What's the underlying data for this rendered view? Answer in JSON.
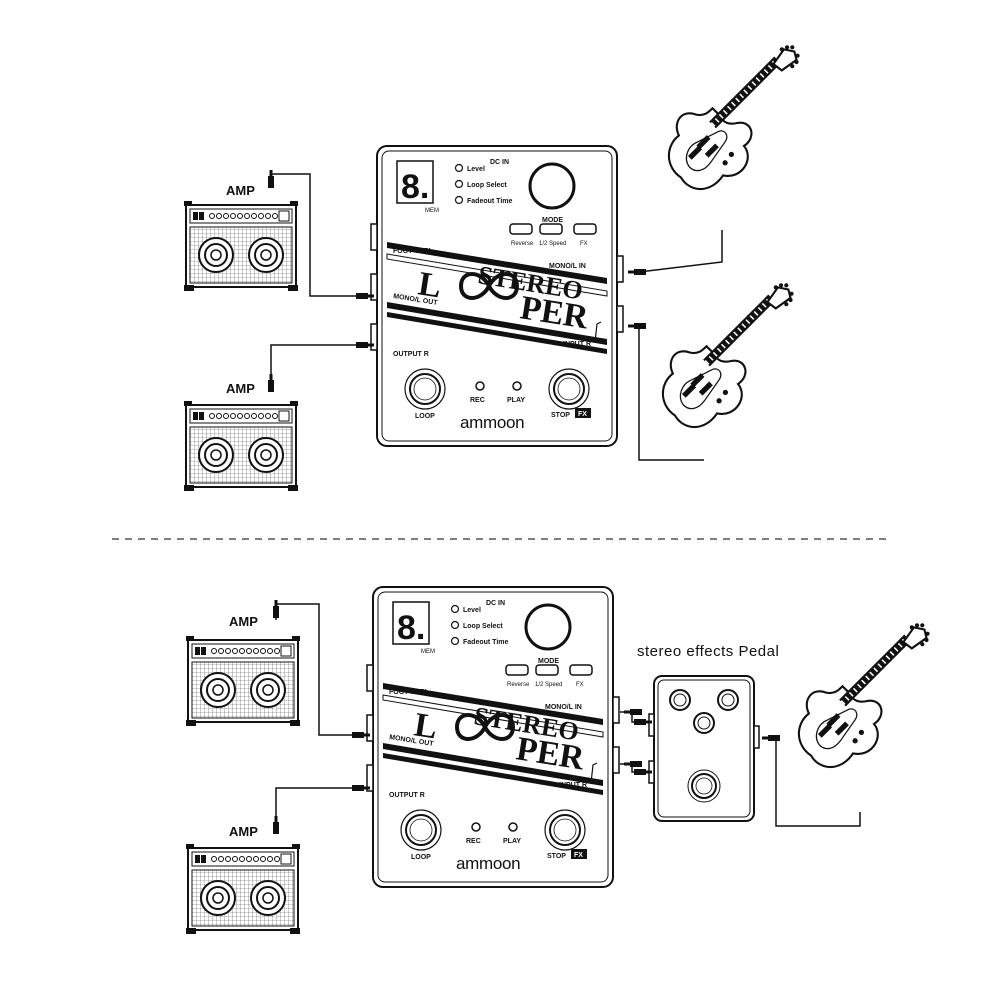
{
  "amp_label": "AMP",
  "effects_pedal_label": "stereo effects Pedal",
  "looper": {
    "brand": "ammoon",
    "title_line1": "STEREO",
    "title_line2_left": "L",
    "title_line2_right": "PER",
    "dc_in": "DC IN",
    "mem": "MEM",
    "mode": "MODE",
    "display_digit": "8.",
    "options": [
      "Level",
      "Loop Select",
      "Fadeout Time"
    ],
    "buttons": [
      "Reverse",
      "1/2 Speed",
      "FX"
    ],
    "ports": {
      "foot_ctrl": "FOOT CTRL",
      "mono_l_out": "MONO/L OUT",
      "output_r": "OUTPUT R",
      "mono_l_in": "MONO/L IN",
      "input_r": "INPUT R"
    },
    "rec": "REC",
    "play": "PLAY",
    "loop": "LOOP",
    "stop": "STOP",
    "fx_badge": "FX"
  },
  "colors": {
    "line": "#111111",
    "background": "#ffffff",
    "grille": "#555555"
  }
}
